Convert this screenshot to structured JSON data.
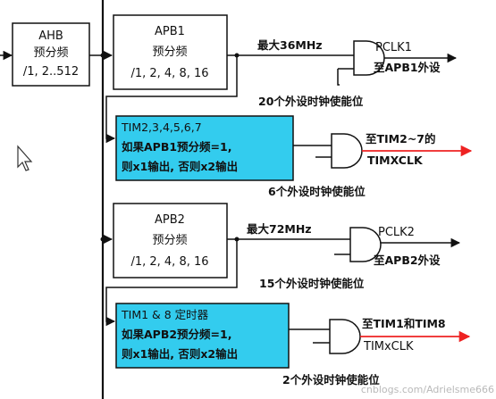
{
  "ahb": {
    "title": "AHB",
    "line2": "预分频",
    "line3": "/1, 2..512"
  },
  "apb1": {
    "title": "APB1",
    "line2": "预分频",
    "line3": "/1, 2, 4, 8, 16",
    "max_freq": "最大36MHz",
    "out_name": "PCLK1",
    "out_dest": "至APB1外设",
    "enable_label": "20个外设时钟使能位"
  },
  "tim1": {
    "line1": "TIM2,3,4,5,6,7",
    "line2": "如果APB1预分频=1,",
    "line3": "则x1输出, 否则x2输出",
    "out_dest": "至TIM2~7的",
    "out_name": "TIMXCLK",
    "enable_label": "6个外设时钟使能位"
  },
  "apb2": {
    "title": "APB2",
    "line2": "预分频",
    "line3": "/1, 2, 4, 8, 16",
    "max_freq": "最大72MHz",
    "out_name": "PCLK2",
    "out_dest": "至APB2外设",
    "enable_label": "15个外设时钟使能位"
  },
  "tim2": {
    "line1": "TIM1 & 8 定时器",
    "line2": "如果APB2预分频=1,",
    "line3": "则x1输出, 否则x2输出",
    "out_dest": "至TIM1和TIM8",
    "out_name": "TIMxCLK",
    "enable_label": "2个外设时钟使能位"
  },
  "watermark": "cnblogs.com/Adrielsme666",
  "colors": {
    "cyan_box": "#33ccee",
    "arrow_red": "#ee2222",
    "line": "#111111"
  }
}
